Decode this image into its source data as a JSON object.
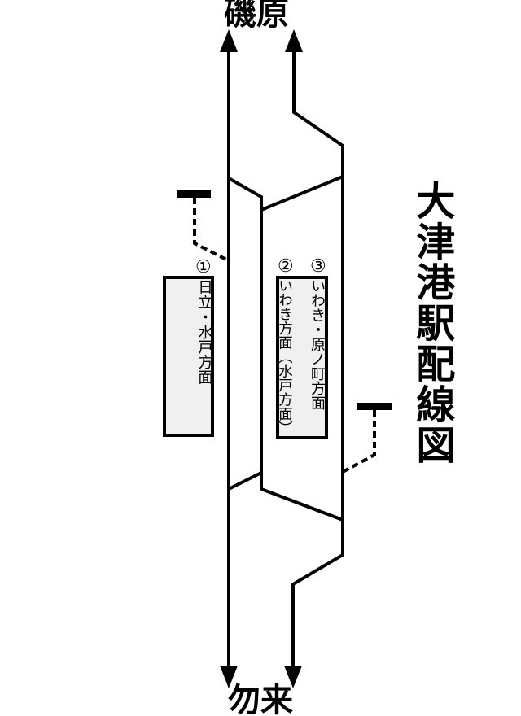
{
  "diagram": {
    "title": "大津港駅配線図",
    "adjacent_station_top": "磯原",
    "adjacent_station_bottom": "勿来"
  },
  "platforms": [
    {
      "track_number": "①",
      "direction": "日立・水戸方面"
    },
    {
      "track_number": "②",
      "direction": "いわき方面（水戸方面）"
    },
    {
      "track_number": "③",
      "direction": "いわき・原ノ町方面"
    }
  ],
  "icons": [
    {
      "name": "signal-icon",
      "shape": "horizontal-bar"
    },
    {
      "name": "up-arrow-icon",
      "shape": "triangle-up"
    },
    {
      "name": "down-arrow-icon",
      "shape": "triangle-down"
    }
  ],
  "colors": {
    "line": "#000000",
    "platform_fill": "#f0f0f0",
    "background": "#ffffff"
  }
}
